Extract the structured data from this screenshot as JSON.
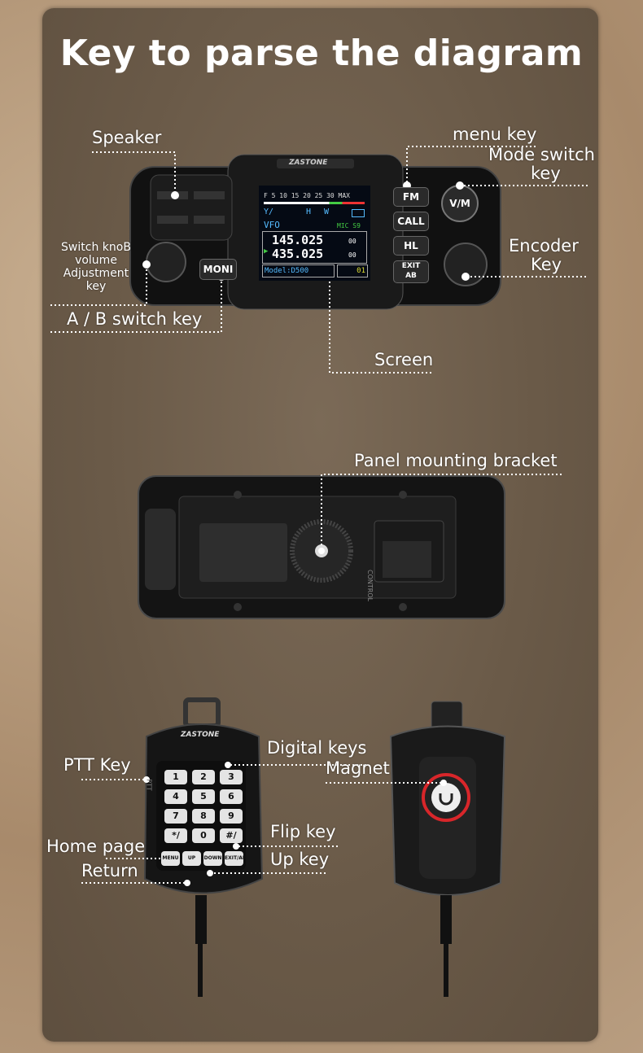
{
  "title": "Key to parse the diagram",
  "labels": {
    "speaker": "Speaker",
    "menu_key": "menu key",
    "mode_switch": "Mode switch",
    "mode_switch_2": "key",
    "switch_knob": "Switch knoB",
    "volume": "volume",
    "adjustment": "Adjustment",
    "key": "key",
    "ab_switch": "A / B switch key",
    "encoder": "Encoder",
    "encoder_2": "Key",
    "screen": "Screen",
    "bracket": "Panel mounting bracket",
    "ptt": "PTT Key",
    "digital_keys": "Digital keys",
    "magnet": "Magnet",
    "home_page": "Home page",
    "return": "Return",
    "flip_key": "Flip key",
    "up_key": "Up key"
  },
  "radio": {
    "brand": "ZASTONE",
    "buttons": {
      "fm": "FM",
      "call": "CALL",
      "hl": "HL",
      "exit": "EXIT",
      "ab": "AB",
      "vm": "V/M",
      "moni": "MONI"
    },
    "screen": {
      "scale": "F  5  10 15 20 25 30 MAX",
      "icons_left": "Y/",
      "h": "H",
      "w": "W",
      "mode": "VFO",
      "mic": "MIC S9",
      "freq_a": "145.025",
      "freq_a_suffix": "00",
      "freq_b": "435.025",
      "freq_b_suffix": "00",
      "model": "Model:D500",
      "channel": "01"
    },
    "bracket_text": "CONTROL"
  },
  "mic": {
    "brand": "ZASTONE",
    "ptt": "PTT",
    "keys": [
      "1",
      "2",
      "3",
      "4",
      "5",
      "6",
      "7",
      "8",
      "9",
      "*/",
      "0",
      "#/"
    ],
    "func_keys": [
      "MENU",
      "UP",
      "DOWN",
      "EXIT/AB"
    ]
  },
  "colors": {
    "panel": "#6a5a48",
    "magnet_ring": "#d8262a"
  }
}
